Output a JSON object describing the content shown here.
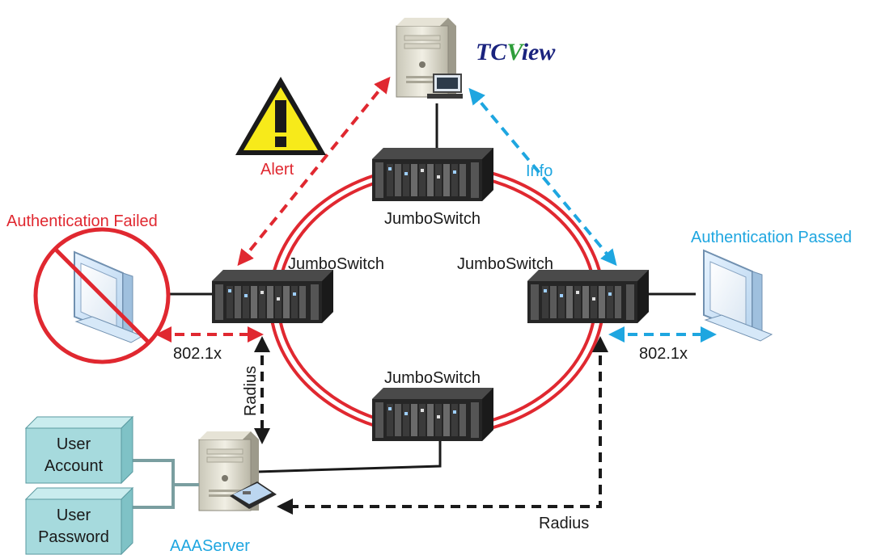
{
  "brand": {
    "prefix": "TC",
    "v": "V",
    "suffix": "iew",
    "colors": {
      "tc": "#1a237e",
      "v": "#2e9e3a",
      "iew": "#1a237e"
    }
  },
  "labels": {
    "alert": "Alert",
    "info": "Info",
    "auth_failed": "Authentication Failed",
    "auth_passed": "Authentication Passed",
    "switch_top": "JumboSwitch",
    "switch_left": "JumboSwitch",
    "switch_right": "JumboSwitch",
    "switch_bottom": "JumboSwitch",
    "dot1x_left": "802.1x",
    "dot1x_right": "802.1x",
    "radius_vertical": "Radius",
    "radius_bottom": "Radius",
    "aaa_server": "AAAServer",
    "user_account_1": "User",
    "user_account_2": "Account",
    "user_password_1": "User",
    "user_password_2": "Password"
  },
  "icons": {
    "tcview_server": "server-tower-icon",
    "aaa_server": "server-tower-icon",
    "failed_client": "monitor-icon",
    "passed_client": "monitor-icon",
    "warning": "warning-triangle-icon",
    "no_access": "prohibited-icon",
    "switch": "rack-switch-icon",
    "database": "database-box-icon"
  },
  "colors": {
    "red": "#e02830",
    "blue": "#1ea6e0",
    "black": "#1a1a1a",
    "ring": "#e02830",
    "box_fill": "#a6dadd",
    "box_side": "#7fc2c6",
    "box_top": "#c9ecee",
    "connector": "#7a9ea0",
    "warning_fill": "#f7ea1a",
    "aaa_label": "#1ea6e0"
  }
}
